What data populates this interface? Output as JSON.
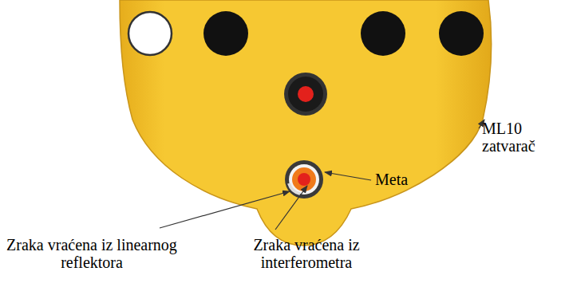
{
  "diagram": {
    "labels": [
      "ML10 zatvarač",
      "Meta",
      "Zraka vraćena iz linearnog reflektora",
      "Zraka vraćena iz interferometra"
    ]
  }
}
